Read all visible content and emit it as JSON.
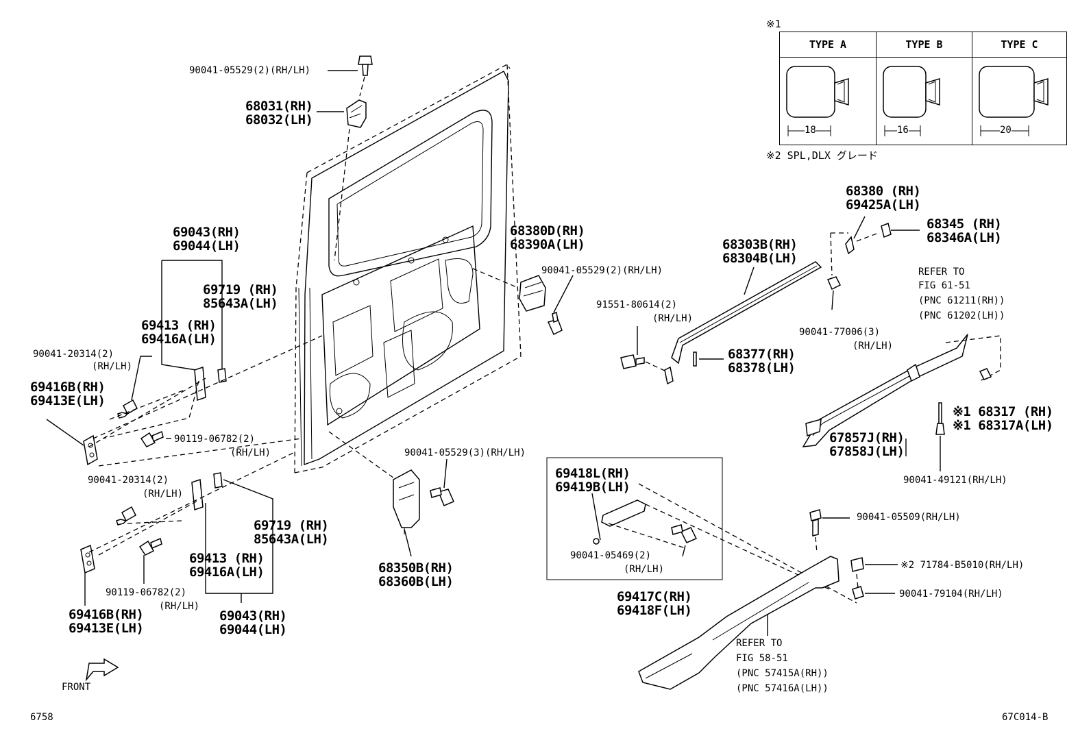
{
  "note_marker_1": "※1",
  "note_2": "※2 SPL,DLX グレード",
  "type_table": {
    "headers": [
      "TYPE A",
      "TYPE B",
      "TYPE C"
    ],
    "dimensions": [
      "18",
      "16",
      "20"
    ]
  },
  "labels": {
    "l_90041_05529_top": "90041-05529(2)(RH/LH)",
    "l_68031": "68031(RH)",
    "l_68032": "68032(LH)",
    "l_69043a": "69043(RH)",
    "l_69044a": "69044(LH)",
    "l_69719a": "69719 (RH)",
    "l_85643a_a": "85643A(LH)",
    "l_69413a": "69413 (RH)",
    "l_69416a_a": "69416A(LH)",
    "l_90041_20314_a": "90041-20314(2)",
    "l_90041_20314_a_s": "(RH/LH)",
    "l_69416b_a": "69416B(RH)",
    "l_69413e_a": "69413E(LH)",
    "l_90119_06782_a": "90119-06782(2)",
    "l_90119_06782_a_s": "(RH/LH)",
    "l_90041_20314_b": "90041-20314(2)",
    "l_90041_20314_b_s": "(RH/LH)",
    "l_69719b": "69719 (RH)",
    "l_85643a_b": "85643A(LH)",
    "l_69413b": "69413 (RH)",
    "l_69416a_b": "69416A(LH)",
    "l_90119_06782_b": "90119-06782(2)",
    "l_90119_06782_b_s": "(RH/LH)",
    "l_69043b": "69043(RH)",
    "l_69044b": "69044(LH)",
    "l_69416b_b": "69416B(RH)",
    "l_69413e_b": "69413E(LH)",
    "l_front": "FRONT",
    "l_68380d": "68380D(RH)",
    "l_68390a": "68390A(LH)",
    "l_90041_05529_mid": "90041-05529(2)(RH/LH)",
    "l_90041_05529_3": "90041-05529(3)(RH/LH)",
    "l_68350b": "68350B(RH)",
    "l_68360b": "68360B(LH)",
    "l_68303b": "68303B(RH)",
    "l_68304b": "68304B(LH)",
    "l_68380": "68380 (RH)",
    "l_69425a": "69425A(LH)",
    "l_68345": "68345 (RH)",
    "l_68346a": "68346A(LH)",
    "l_91551": "91551-80614(2)",
    "l_91551_s": "(RH/LH)",
    "l_90041_77006": "90041-77006(3)",
    "l_90041_77006_s": "(RH/LH)",
    "l_68377": "68377(RH)",
    "l_68378": "68378(LH)",
    "l_refer1_a": "REFER TO",
    "l_refer1_b": "FIG 61-51",
    "l_refer1_c": "(PNC 61211(RH))",
    "l_refer1_d": "(PNC 61202(LH))",
    "l_67857j": "67857J(RH)",
    "l_67858j": "67858J(LH)",
    "l_68317": "※1 68317 (RH)",
    "l_68317a": "※1 68317A(LH)",
    "l_90041_49121": "90041-49121(RH/LH)",
    "l_69418l": "69418L(RH)",
    "l_69419b": "69419B(LH)",
    "l_90041_05469": "90041-05469(2)",
    "l_90041_05469_s": "(RH/LH)",
    "l_69417c": "69417C(RH)",
    "l_69418f": "69418F(LH)",
    "l_90041_05509": "90041-05509(RH/LH)",
    "l_71784": "※2 71784-B5010(RH/LH)",
    "l_90041_79104": "90041-79104(RH/LH)",
    "l_refer2_a": "REFER TO",
    "l_refer2_b": "FIG 58-51",
    "l_refer2_c": "(PNC 57415A(RH))",
    "l_refer2_d": "(PNC 57416A(LH))",
    "l_page": "6758",
    "l_code": "67C014-B"
  }
}
